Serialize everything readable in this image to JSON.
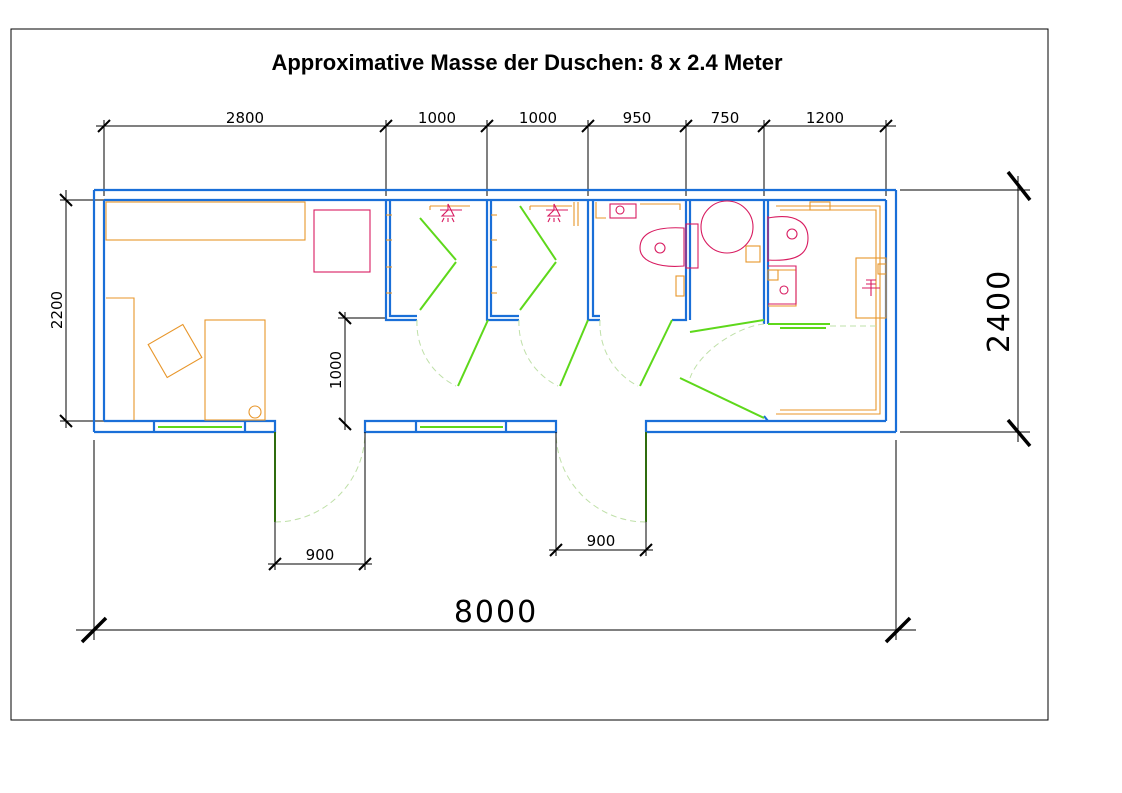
{
  "title": "Approximative Masse der Duschen: 8 x 2.4 Meter",
  "dimensions": {
    "top_segments": [
      "2800",
      "1000",
      "1000",
      "950",
      "750",
      "1200"
    ],
    "left_height": "2200",
    "right_height": "2400",
    "corridor": "1000",
    "door_left": "900",
    "door_right": "900",
    "total_width": "8000"
  },
  "colors": {
    "wall": "#1a6fd8",
    "furniture": "#e8962a",
    "fixture": "#d81b60",
    "door": "#5ed81b"
  }
}
